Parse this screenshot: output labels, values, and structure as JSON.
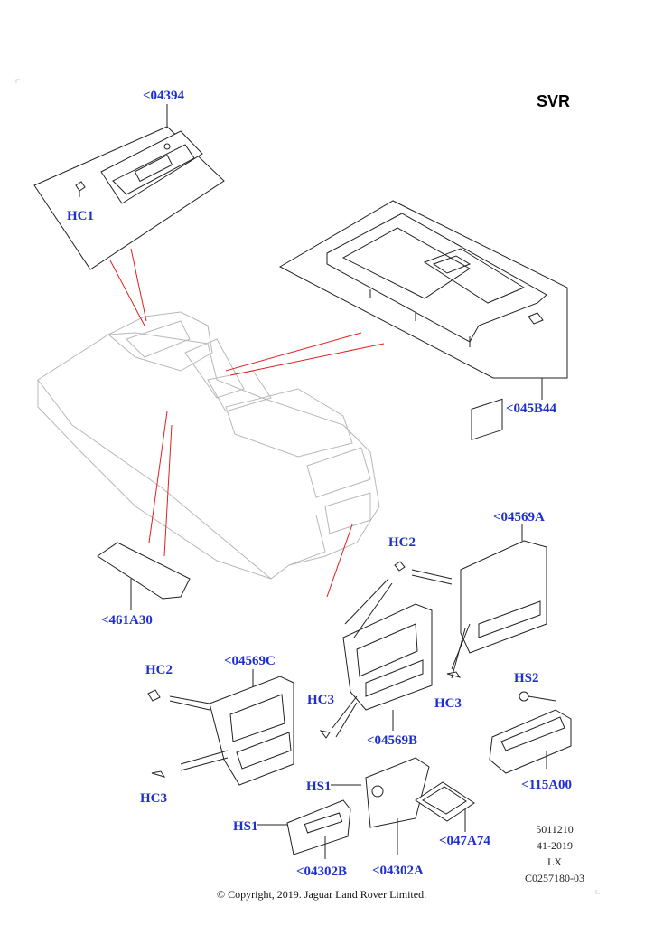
{
  "variant_label": "SVR",
  "callouts": {
    "c04394": "<04394",
    "hc1": "HC1",
    "c045B44": "<045B44",
    "c04569A": "<04569A",
    "hc2_right": "HC2",
    "c461A30": "<461A30",
    "hc2_left": "HC2",
    "c04569C": "<04569C",
    "hc3_mid": "HC3",
    "hc3_right": "HC3",
    "hs2": "HS2",
    "c04569B": "<04569B",
    "hc3_left": "HC3",
    "hs1_upper": "HS1",
    "c115A00": "<115A00",
    "hs1_lower": "HS1",
    "c047A74": "<047A74",
    "c04302B": "<04302B",
    "c04302A": "<04302A"
  },
  "meta": {
    "line1": "5011210",
    "line2": "41-2019",
    "line3": "LX",
    "line4": "C0257180-03"
  },
  "copyright": "© Copyright, 2019. Jaguar Land Rover Limited."
}
